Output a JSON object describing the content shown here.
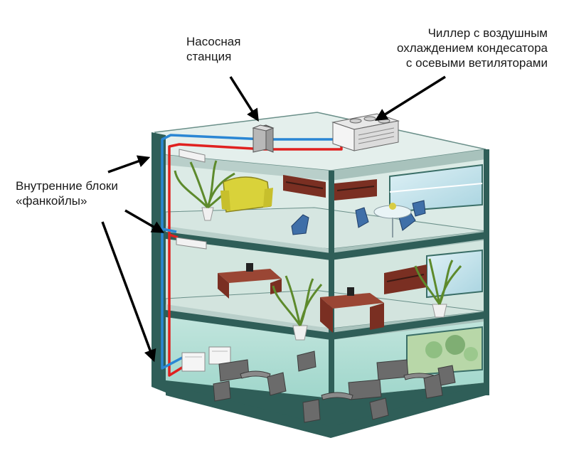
{
  "labels": {
    "pump_station": [
      "Насосная",
      "станция"
    ],
    "chiller": [
      "Чиллер с воздушным",
      "охлаждением кондесатора",
      "с осевыми ветиляторами"
    ],
    "fancoil": [
      "Внутренние блоки",
      "«фанкойлы»"
    ]
  },
  "colors": {
    "frame": "#2f5e58",
    "floor_slab": "#d6e6e1",
    "interior_wall": "#cfe3dc",
    "ground_floor": "#a9d9cf",
    "supply_pipe": "#e0211f",
    "return_pipe": "#2a86d4",
    "window_glass": "#bfe0ea",
    "furniture_wood": "#8a3a2a",
    "chair_blue": "#3f6fa8",
    "armchair": "#d9d23a",
    "plant": "#5d8a2c",
    "bench_gray": "#6b6b6b"
  },
  "icons": [
    "arrow-icon",
    "pump-station-icon",
    "chiller-icon",
    "fancoil-unit-icon",
    "plant-icon",
    "armchair-icon",
    "office-chair-icon",
    "desk-icon",
    "bookshelf-icon",
    "garden-bench-icon"
  ]
}
